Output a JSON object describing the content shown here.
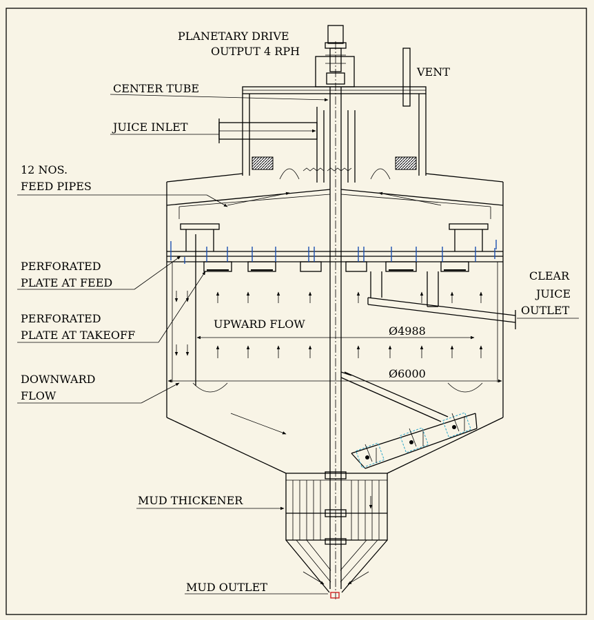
{
  "labels": {
    "drive_line1": "PLANETARY DRIVE",
    "drive_line2": "OUTPUT 4 RPH",
    "vent": "VENT",
    "center_tube": "CENTER TUBE",
    "juice_inlet": "JUICE INLET",
    "feed_pipes_line1": "12 NOS.",
    "feed_pipes_line2": "FEED PIPES",
    "perf_feed_line1": "PERFORATED",
    "perf_feed_line2": "PLATE AT FEED",
    "perf_takeoff_line1": "PERFORATED",
    "perf_takeoff_line2": "PLATE AT TAKEOFF",
    "clear_juice_line1": "CLEAR",
    "clear_juice_line2": "JUICE",
    "clear_juice_line3": "OUTLET",
    "upward_flow": "UPWARD FLOW",
    "dim_inner": "Ø4988",
    "dim_outer": "Ø6000",
    "downward_line1": "DOWNWARD",
    "downward_line2": "FLOW",
    "mud_thickener": "MUD THICKENER",
    "mud_outlet": "MUD OUTLET"
  },
  "colors": {
    "background": "#f8f4e6",
    "line": "#000000",
    "accent_blue": "#1a4fb0",
    "accent_cyan": "#2aa6c9",
    "accent_red": "#cc2222"
  }
}
